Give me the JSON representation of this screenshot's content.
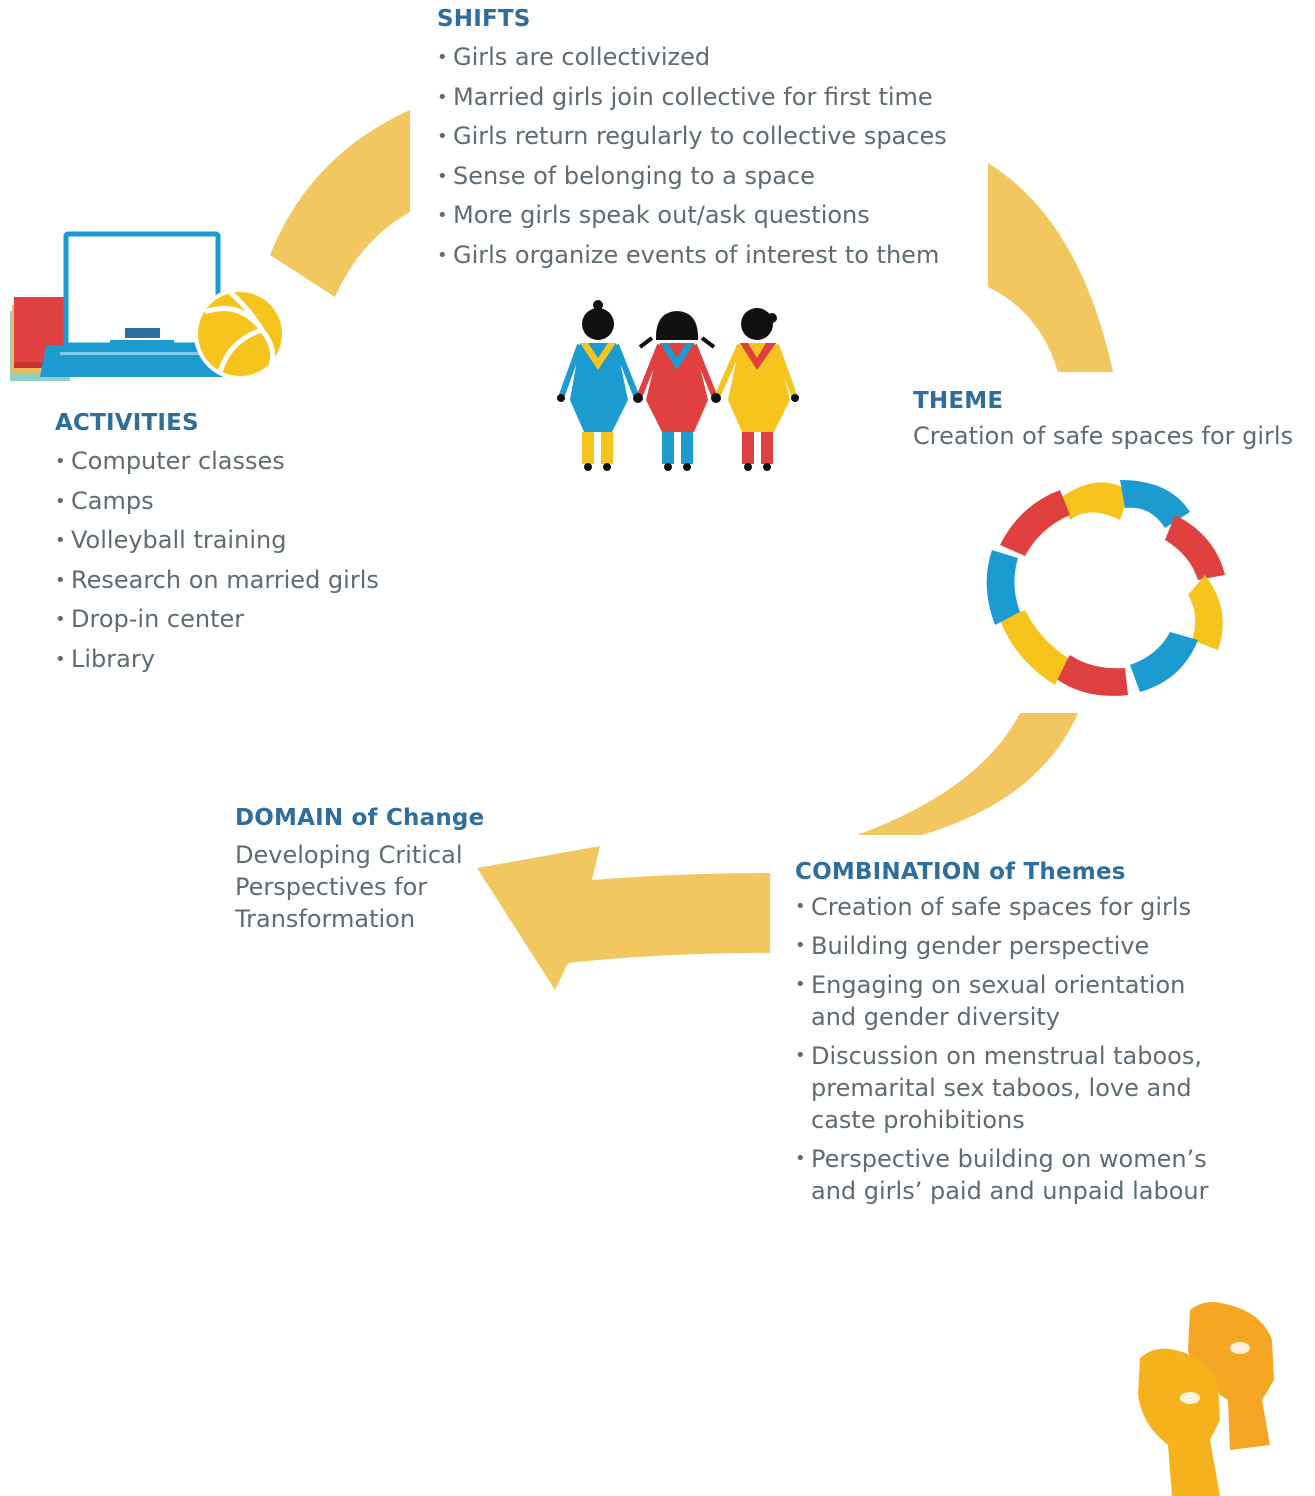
{
  "shifts": {
    "heading": "SHIFTS",
    "items": [
      "Girls are collectivized",
      "Married girls join collective for first time",
      "Girls return regularly to collective spaces",
      "Sense of belonging to a space",
      "More girls speak out/ask questions",
      "Girls organize events of interest to them"
    ]
  },
  "activities": {
    "heading": "ACTIVITIES",
    "items": [
      "Computer classes",
      "Camps",
      "Volleyball training",
      "Research on married girls",
      "Drop-in center",
      "Library"
    ]
  },
  "theme": {
    "heading": "THEME",
    "text": "Creation of safe spaces for girls"
  },
  "domain": {
    "heading": "DOMAIN of Change",
    "lines": [
      "Developing Critical",
      "Perspectives for",
      "Transformation"
    ]
  },
  "combination": {
    "heading": "COMBINATION of Themes",
    "items": [
      [
        "Creation of safe spaces for girls"
      ],
      [
        "Building gender perspective"
      ],
      [
        "Engaging on sexual orientation",
        "and gender diversity"
      ],
      [
        "Discussion on menstrual taboos,",
        "premarital sex taboos, love and",
        "caste prohibitions"
      ],
      [
        "Perspective building on women’s",
        "and girls’ paid and unpaid labour"
      ]
    ]
  },
  "colors": {
    "heading": "#2e6e9e",
    "text": "#5f6b73",
    "arrow": "#f2c75f",
    "blue": "#1b9bd0",
    "red": "#e0403f",
    "yellow": "#f6c41d",
    "orange": "#f5a623"
  },
  "icons": [
    "laptop-icon",
    "books-icon",
    "volleyball-icon",
    "girls-holding-hands-icon",
    "circle-of-hands-icon",
    "raised-fists-icon"
  ]
}
